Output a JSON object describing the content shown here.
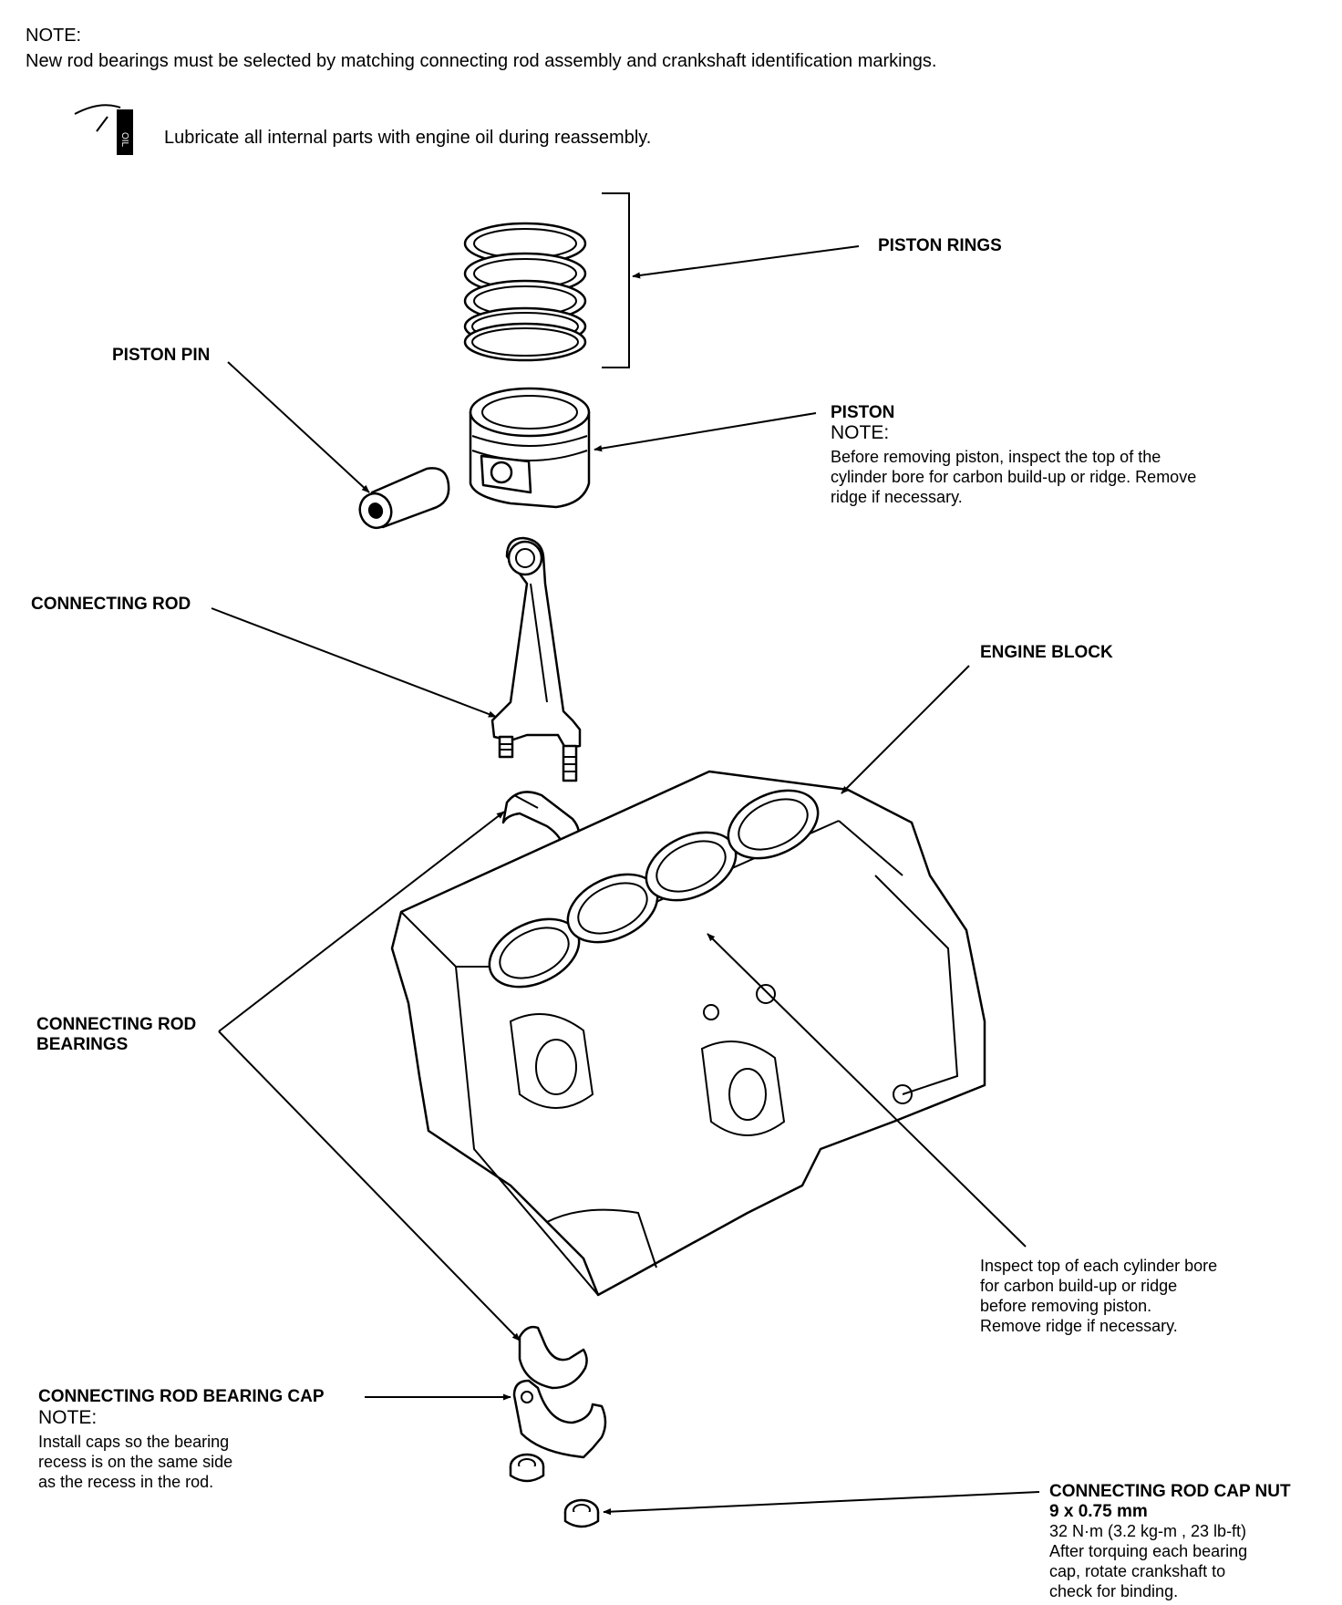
{
  "header": {
    "note_heading": "NOTE:",
    "note_text": "New rod bearings must be selected by matching connecting rod assembly and crankshaft identification markings.",
    "oil_icon": "oil-can-icon",
    "oil_text": "Lubricate all internal parts with engine oil during reassembly."
  },
  "labels": {
    "piston_rings": "PISTON RINGS",
    "piston_pin": "PISTON PIN",
    "piston": {
      "title": "PISTON",
      "note_heading": "NOTE:",
      "lines": [
        "Before removing piston, inspect the top of the",
        "cylinder bore for carbon build-up or ridge. Remove",
        "ridge if necessary."
      ]
    },
    "connecting_rod": "CONNECTING ROD",
    "engine_block": "ENGINE BLOCK",
    "rod_bearings": [
      "CONNECTING ROD",
      "BEARINGS"
    ],
    "inspect_note": [
      "Inspect top of each cylinder bore",
      "for carbon build-up or ridge",
      "before removing piston.",
      "Remove ridge if necessary."
    ],
    "bearing_cap": {
      "title": "CONNECTING ROD BEARING CAP",
      "note_heading": "NOTE:",
      "lines": [
        "Install caps so the bearing",
        "recess is on the same side",
        "as the recess in the rod."
      ]
    },
    "cap_nut": {
      "title": "CONNECTING ROD CAP NUT",
      "spec": "9 x 0.75 mm",
      "torque": "32 N·m (3.2 kg-m , 23 lb-ft)",
      "lines": [
        "After torquing each bearing",
        "cap, rotate crankshaft to",
        "check for binding."
      ]
    }
  }
}
